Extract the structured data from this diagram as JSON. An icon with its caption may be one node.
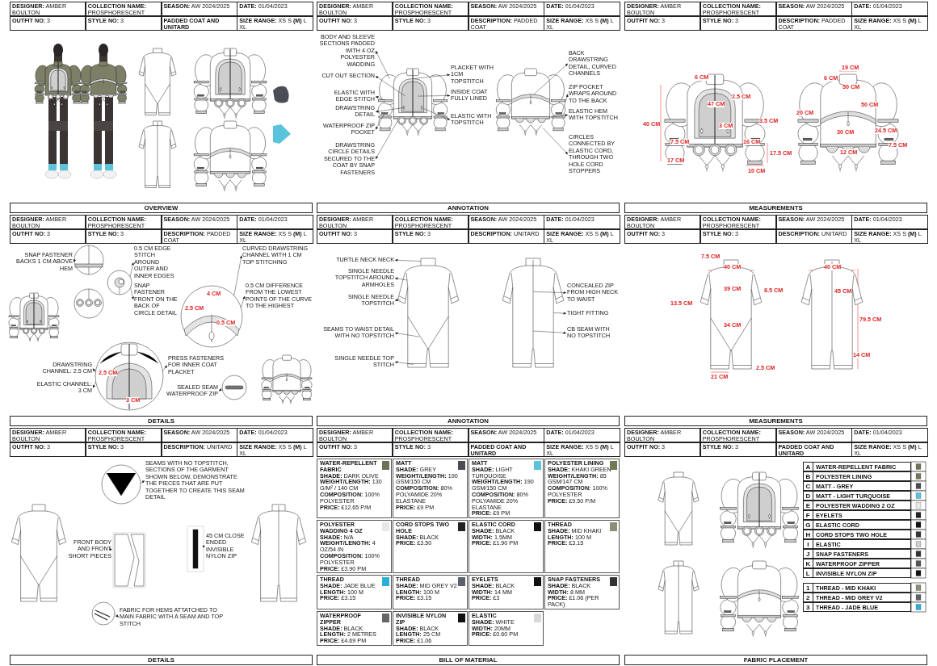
{
  "diagram": {
    "nodes": [
      {
        "text": [
          "BODY AND SLEEVE SECTIONS PADDED WITH 4 OZ POLYESTER WADDING"
        ]
      },
      {
        "text": [
          "CUT OUT SECTION"
        ]
      },
      {
        "text": [
          "ELASTIC WITH EDGE STITCH"
        ]
      },
      {
        "text": [
          "DRAWSTRING DETAIL"
        ]
      },
      {
        "text": [
          "WATERPROOF ZIP POCKET"
        ]
      },
      {
        "text": [
          "DRAWSTRING CIRCLE DETAILS SECURED TO THE COAT BY SNAP FASTENERS"
        ]
      },
      {
        "text": [
          "PLACKET WITH 1CM TOPSTITCH"
        ]
      },
      {
        "text": [
          "INSIDE COAT FULLY LINED"
        ]
      },
      {
        "text": [
          "ELASTIC WITH TOPSTITCH"
        ]
      },
      {
        "text": [
          "BACK DRAWSTRING DETAIL, CURVED CHANNELS"
        ]
      },
      {
        "text": [
          "ZIP POCKET WRAPS AROUND TO THE BACK"
        ]
      },
      {
        "text": [
          "ELASTIC HEM WITH TOPSTITCH"
        ]
      },
      {
        "text": [
          "CIRCLES CONNECTED BY ELASTIC CORD, THROUGH TWO HOLE CORD STOPPERS"
        ]
      },
      {
        "text": [
          "SNAP FASTENER BACKS 1 CM ABOVE HEM"
        ]
      },
      {
        "text": [
          "0.5 CM EDGE STITCH AROUND OUTER AND INNER EDGES"
        ]
      },
      {
        "text": [
          "SNAP FASTENER FRONT ON THE BACK OF CIRCLE DETAIL"
        ]
      },
      {
        "text": [
          "CURVED DRAWSTRING CHANNEL WITH 1 CM TOP STITCHING"
        ]
      },
      {
        "text": [
          "0.5 CM DIFFERENCE FROM THE LOWEST POINTS OF THE CURVE TO THE HIGHEST"
        ]
      },
      {
        "text": [
          "PRESS FASTENERS FOR INNER COAT PLACKET"
        ]
      },
      {
        "text": [
          "SEALED SEAM WATERPROOF ZIP"
        ]
      },
      {
        "text": [
          "DRAWSTRING CHANNEL: 2.5 CM"
        ]
      },
      {
        "text": [
          "ELASTIC CHANNEL: 3 CM"
        ]
      },
      {
        "text": [
          "TURTLE NECK NECK"
        ]
      },
      {
        "text": [
          "SINGLE NEEDLE TOPSTITCH AROUND ARMHOLES"
        ]
      },
      {
        "text": [
          "SINGLE NEEDLE TOPSTITCH"
        ]
      },
      {
        "text": [
          "SEAMS TO WAIST DETAIL WITH NO TOPSTITCH"
        ]
      },
      {
        "text": [
          "SINGLE NEEDLE TOP STITCH"
        ]
      },
      {
        "text": [
          "CONCEALED ZIP FROM HIGH NECK TO WAIST"
        ]
      },
      {
        "text": [
          "TIGHT FITTING"
        ]
      },
      {
        "text": [
          "CB SEAM WITH NO TOPSTITCH"
        ]
      },
      {
        "text": [
          "SEAMS WITH NO TOPSTITCH, SECTIONS OF THE GARMENT SHOWN BELOW, DEMONSTRATE THE PIECES THAT ARE PUT TOGETHER TO CREATE THIS SEAM DETAIL"
        ]
      },
      {
        "text": [
          "45 CM CLOSE ENDED INVISIBLE NYLON ZIP"
        ]
      },
      {
        "text": [
          "FRONT BODY AND FRONT SHORT PIECES"
        ]
      },
      {
        "text": [
          "FABRIC FOR HEMS ATTATCHED TO MAIN FABRIC WITH A SEAM AND TOP STITCH"
        ]
      },
      {
        "text": [
          "WATER-REPELLENT FABRIC",
          "**SHADE:** DARK OLIVE",
          "**WEIGHT/LENGTH:** 130 G/M² / 140 CM",
          "**COMPOSITION:** 100% POLYESTER",
          "**PRICE:** £12.65 P/M"
        ]
      },
      {
        "text": [
          "MATT",
          "**SHADE:** GREY",
          "**WEIGHT/LENGTH:** 190 GSM/150 CM",
          "**COMPOSITION:** 80% POLYAMIDE 20% ELASTANE",
          "**PRICE:** £9 PM"
        ]
      },
      {
        "text": [
          "MATT",
          "**SHADE:** LIGHT TURQUOISE",
          "**WEIGHT/LENGTH:** 190 GSM/150 CM",
          "**COMPOSITION:** 80% POLYAMIDE 20% ELASTANE",
          "**PRICE:** £9 PM"
        ]
      },
      {
        "text": [
          "POLYESTER LINING",
          "**SHADE:** KHAKI GREEN",
          "**WEIGHT/LENGTH:** 85 GSM/147 CM",
          "**COMPOSITION:** 100% POLYESTER",
          "**PRICE:** £9.50 P/M"
        ]
      },
      {
        "text": [
          "POLYESTER WADDING 4 OZ",
          "**SHADE:** N/A",
          "**WEIGHT/LENGTH:** 4 OZ/54 IN",
          "**COMPOSITION:** 100% POLYESTER",
          "**PRICE:** £3.90 PM"
        ]
      },
      {
        "text": [
          "CORD STOPS TWO HOLE",
          "**SHADE:** BLACK",
          "**PRICE:** £3.50"
        ]
      },
      {
        "text": [
          "ELASTIC CORD",
          "**SHADE:** BLACK",
          "**WIDTH:** 1.5MM",
          "**PRICE:** £1.90 PM"
        ]
      },
      {
        "text": [
          "THREAD",
          "**SHADE:** MID KHAKI",
          "**LENGTH:** 100 M",
          "**PRICE:** £3.15"
        ]
      },
      {
        "text": [
          "THREAD",
          "**SHADE:** JADE BLUE",
          "**LENGTH:** 100 M",
          "**PRICE:** £3.15"
        ]
      },
      {
        "text": [
          "THREAD",
          "**SHADE:** MID GREY V2",
          "**LENGTH:** 100 M",
          "**PRICE:** £3.15"
        ]
      },
      {
        "text": [
          "EYELETS",
          "**SHADE:** BLACK",
          "**WIDTH:** 14 MM",
          "**PRICE:** £3"
        ]
      },
      {
        "text": [
          "SNAP FASTENERS",
          "**SHADE:** BLACK",
          "**WIDTH:** 8 MM",
          "**PRICE:** £1.06 (PER PACK)"
        ]
      },
      {
        "text": [
          "WATERPROOF ZIPPER",
          "**SHADE:** BLACK",
          "**LENGTH:** 2 METRES",
          "**PRICE:** £4.69 PM"
        ]
      },
      {
        "text": [
          "INVISIBLE NYLON ZIP",
          "**SHADE:** BLACK",
          "**LENGTH:** 25 CM",
          "**PRICE:** £1.06"
        ]
      },
      {
        "text": [
          "ELASTIC",
          "**SHADE:** WHITE",
          "**WIDTH:** 20MM",
          "**PRICE:** £0.60 PM"
        ]
      },
      {
        "text": [],
        "shape": "picture"
      },
      {
        "text": [],
        "shape": "picture"
      },
      {
        "text": [],
        "shape": "picture"
      },
      {
        "text": [],
        "shape": "picture"
      },
      {
        "text": [],
        "shape": "picture"
      },
      {
        "text": [],
        "shape": "picture"
      },
      {
        "text": [],
        "shape": "circle"
      },
      {
        "text": [],
        "shape": "circle"
      },
      {
        "text": [],
        "shape": "circle"
      },
      {
        "text": [],
        "shape": "circle"
      },
      {
        "text": [],
        "shape": "circle"
      },
      {
        "text": [],
        "shape": "circle"
      },
      {
        "text": [],
        "shape": "circle"
      }
    ],
    "edges": [
      {
        "from": 49,
        "to": 0,
        "arrow": "to"
      },
      {
        "from": 49,
        "to": 1,
        "arrow": "to"
      },
      {
        "from": 49,
        "to": 2,
        "arrow": "to"
      },
      {
        "from": 49,
        "to": 3,
        "arrow": "to"
      },
      {
        "from": 49,
        "to": 4,
        "arrow": "to"
      },
      {
        "from": 49,
        "to": 5,
        "arrow": "to"
      },
      {
        "from": 49,
        "to": 6,
        "arrow": "to"
      },
      {
        "from": 49,
        "to": 7,
        "arrow": "to"
      },
      {
        "from": 49,
        "to": 8,
        "arrow": "to"
      },
      {
        "from": 50,
        "to": 9,
        "arrow": "to"
      },
      {
        "from": 50,
        "to": 10,
        "arrow": "to"
      },
      {
        "from": 50,
        "to": 11,
        "arrow": "to"
      },
      {
        "from": 50,
        "to": 12,
        "arrow": "to"
      },
      {
        "from": 55,
        "to": 13,
        "arrow": "to"
      },
      {
        "from": 56,
        "to": 14,
        "arrow": "to"
      },
      {
        "from": 56,
        "to": 15,
        "arrow": "to"
      },
      {
        "from": 57,
        "to": 16,
        "arrow": "to"
      },
      {
        "from": 57,
        "to": 17,
        "arrow": "to"
      },
      {
        "from": 58,
        "to": 18,
        "arrow": "to"
      },
      {
        "from": 59,
        "to": 19,
        "arrow": "to"
      },
      {
        "from": 58,
        "to": 20,
        "arrow": "to"
      },
      {
        "from": 58,
        "to": 21,
        "arrow": "to"
      },
      {
        "from": 51,
        "to": 22,
        "arrow": "to"
      },
      {
        "from": 51,
        "to": 23,
        "arrow": "to"
      },
      {
        "from": 51,
        "to": 24,
        "arrow": "to"
      },
      {
        "from": 51,
        "to": 25,
        "arrow": "to"
      },
      {
        "from": 51,
        "to": 26,
        "arrow": "to"
      },
      {
        "from": 52,
        "to": 27,
        "arrow": "to"
      },
      {
        "from": 52,
        "to": 28,
        "arrow": "to"
      },
      {
        "from": 52,
        "to": 29,
        "arrow": "to"
      },
      {
        "from": 60,
        "to": 30,
        "arrow": "to"
      },
      {
        "from": 54,
        "to": 31,
        "arrow": "to"
      },
      {
        "from": 53,
        "to": 32,
        "arrow": "to"
      },
      {
        "from": 61,
        "to": 33,
        "arrow": "to"
      }
    ],
    "labels": [
      "**DESIGNER:** AMBER BOULTON",
      "**COLLECTION NAME:** PROSPHORESCENT",
      "**SEASON:** AW 2024/2025",
      "**DATE:** 01/04/2023",
      "**OUTFIT NO:** 3",
      "**STYLE NO:** 3",
      "PADDED COAT AND UNITARD",
      "**SIZE RANGE:** XS S **(M)** L XL",
      "OVERVIEW",
      "**DESIGNER:** AMBER BOULTON",
      "**COLLECTION NAME:** PROSPHORESCENT",
      "**SEASON:** AW 2024/2025",
      "**DATE:** 01/04/2023",
      "**OUTFIT NO:** 3",
      "**STYLE NO:** 3",
      "**DESCRIPTION:** PADDED COAT",
      "**SIZE RANGE:** XS S **(M)** L XL",
      "ANNOTATION",
      "**DESIGNER:** AMBER BOULTON",
      "**COLLECTION NAME:** PROSPHORESCENT",
      "**SEASON:** AW 2024/2025",
      "**DATE:** 01/04/2023",
      "**OUTFIT NO:** 3",
      "**STYLE NO:** 3",
      "**DESCRIPTION:** PADDED COAT",
      "**SIZE RANGE:** XS S **(M)** L XL",
      "6 CM",
      "2.5 CM",
      "47 CM",
      "3.5 CM",
      "3 CM",
      "40 CM",
      "7.5 CM",
      "16 CM",
      "17.5 CM",
      "17 CM",
      "10 CM",
      "19 CM",
      "6 CM",
      "50 CM",
      "20 CM",
      "50 CM",
      "30 CM",
      "24.5 CM",
      "7.5 CM",
      "12 CM",
      "MEASUREMENTS",
      "**DESIGNER:** AMBER BOULTON",
      "**COLLECTION NAME:** PROSPHORESCENT",
      "**SEASON:** AW 2024/2025",
      "**DATE:** 01/04/2023",
      "**OUTFIT NO:** 3",
      "**STYLE NO:** 3",
      "**DESCRIPTION:** PADDED COAT",
      "**SIZE RANGE:** XS S **(M)** L XL",
      "4 CM",
      "2.5 CM",
      "0.5 CM",
      "2.5 CM",
      "3 CM",
      "DETAILS",
      "**DESIGNER:** AMBER BOULTON",
      "**COLLECTION NAME:** PROSPHORESCENT",
      "**SEASON:** AW 2024/2025",
      "**DATE:** 01/04/2023",
      "**OUTFIT NO:** 3",
      "**STYLE NO:** 3",
      "**DESCRIPTION:** UNITARD",
      "**SIZE RANGE:** XS S **(M)** L XL",
      "ANNOTATION",
      "**DESIGNER:** AMBER BOULTON",
      "**COLLECTION NAME:** PROSPHORESCENT",
      "**SEASON:** AW 2024/2025",
      "**DATE:** 01/04/2023",
      "**OUTFIT NO:** 3",
      "**STYLE NO:** 3",
      "**DESCRIPTION:** UNITARD",
      "**SIZE RANGE:** XS S **(M)** L XL",
      "7.5 CM",
      "40 CM",
      "39 CM",
      "8.5 CM",
      "13.5 CM",
      "34 CM",
      "21 CM",
      "2.5 CM",
      "40 CM",
      "45 CM",
      "79.5 CM",
      "14 CM",
      "MEASUREMENTS",
      "**DESIGNER:** AMBER BOULTON",
      "**COLLECTION NAME:** PROSPHORESCENT",
      "**SEASON:** AW 2024/2025",
      "**DATE:** 01/04/2023",
      "**OUTFIT NO:** 3",
      "**STYLE NO:** 3",
      "**DESCRIPTION:** UNITARD",
      "**SIZE RANGE:** XS S **(M)** L XL",
      "DETAILS",
      "**DESIGNER:** AMBER BOULTON",
      "**COLLECTION NAME:** PROSPHORESCENT",
      "**SEASON:** AW 2024/2025",
      "**DATE:** 01/04/2023",
      "**OUTFIT NO:** 3",
      "**STYLE NO:** 3",
      "PADDED COAT AND UNITARD",
      "**SIZE RANGE:** XS S **(M)** L XL",
      "BILL OF MATERIAL",
      "**DESIGNER:** AMBER BOULTON",
      "**COLLECTION NAME:** PROSPHORESCENT",
      "**SEASON:** AW 2024/2025",
      "**DATE:** 01/04/2023",
      "**OUTFIT NO:** 3",
      "**STYLE NO:** 3",
      "PADDED COAT AND UNITARD",
      "**SIZE RANGE:** XS S **(M)** L XL",
      "A",
      "WATER-REPELLENT FABRIC",
      "B",
      "POLYESTER LINING",
      "C",
      "MATT - GREY",
      "D",
      "MATT - LIGHT TURQUOISE",
      "E",
      "POLYESTER WADDING 2 OZ",
      "F",
      "EYELETS",
      "G",
      "ELASTIC CORD",
      "H",
      "CORD STOPS TWO HOLE",
      "I",
      "ELASTIC",
      "J",
      "SNAP FASTENERS",
      "K",
      "WATERPROOF ZIPPER",
      "L",
      "INVISIBLE NYLON ZIP",
      "1",
      "THREAD - MID KHAKI",
      "2",
      "THREAD - MID GREY V2",
      "3",
      "THREAD - JADE BLUE",
      "FABRIC PLACEMENT"
    ]
  }
}
